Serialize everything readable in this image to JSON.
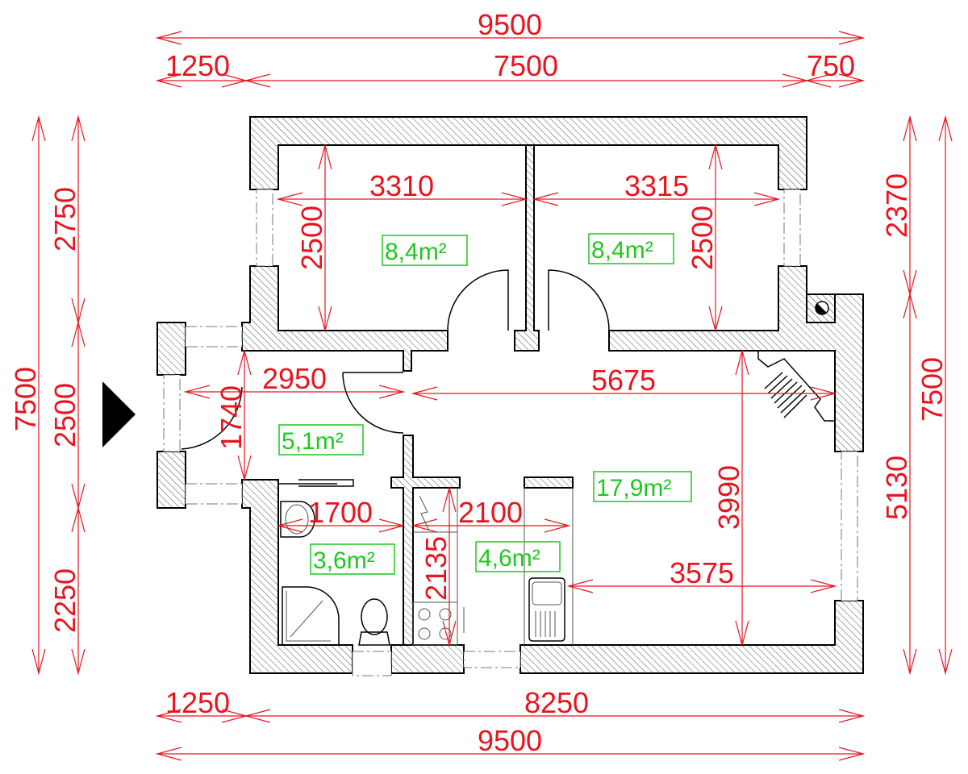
{
  "colors": {
    "dimension": "#e8141e",
    "area": "#1ec81e",
    "wall": "#000000"
  },
  "dimensions": {
    "top_total": "9500",
    "top_left": "1250",
    "top_mid": "7500",
    "top_right": "750",
    "left_total": "7500",
    "left_upper": "2750",
    "left_mid": "2500",
    "left_lower": "2250",
    "right_upper": "2370",
    "right_lower": "5130",
    "right_total": "7500",
    "bottom_left": "1250",
    "bottom_mid": "8250",
    "bottom_total": "9500",
    "room1_width": "3310",
    "room2_width": "3315",
    "room1_depth": "2500",
    "room2_depth": "2500",
    "hall_width": "2950",
    "living_width": "5675",
    "hall_depth": "1740",
    "bath_width": "1700",
    "kitchen_width": "2100",
    "kitchen_depth": "2135",
    "living_depth": "3990",
    "living_lower_width": "3575"
  },
  "areas": {
    "room1": "8,4m²",
    "room2": "8,4m²",
    "hall": "5,1m²",
    "bath": "3,6m²",
    "kitchen": "4,6m²",
    "living": "17,9m²"
  },
  "icons": {
    "entrance": "entrance-arrow-icon"
  }
}
